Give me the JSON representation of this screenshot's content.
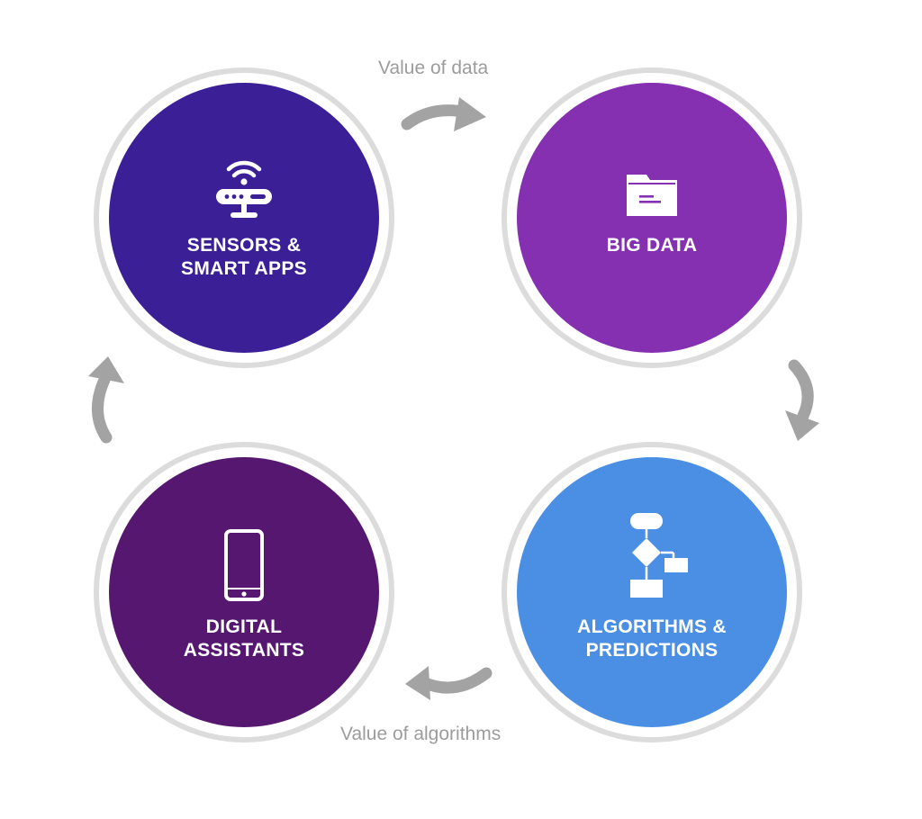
{
  "nodes": {
    "sensors": {
      "line1": "SENSORS &",
      "line2": "SMART APPS",
      "icon": "wifi-router-icon",
      "color": "#3a1f96"
    },
    "big_data": {
      "line1": "BIG DATA",
      "icon": "folder-icon",
      "color": "#8530b0"
    },
    "algorithms": {
      "line1": "ALGORITHMS &",
      "line2": "PREDICTIONS",
      "icon": "flowchart-icon",
      "color": "#4a8fe4"
    },
    "assistants": {
      "line1": "DIGITAL",
      "line2": "ASSISTANTS",
      "icon": "smartphone-icon",
      "color": "#561770"
    }
  },
  "edges": {
    "top_label": "Value of data",
    "bottom_label": "Value of algorithms",
    "arrow_color": "#a3a3a3",
    "ring_color": "#dcdcdc"
  }
}
